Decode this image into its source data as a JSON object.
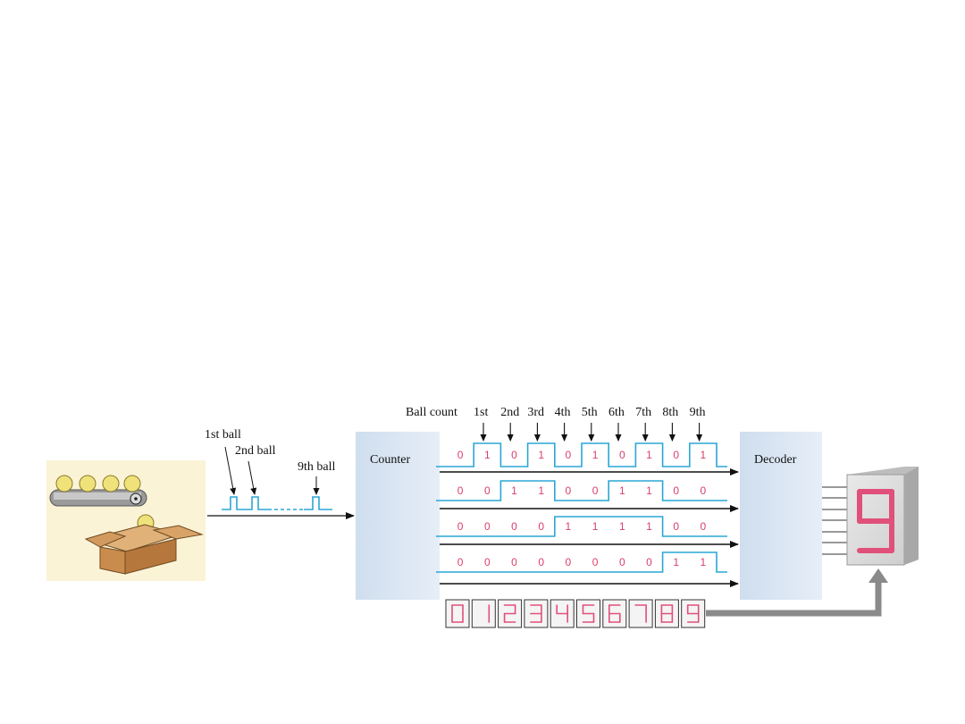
{
  "labels": {
    "ball_count": "Ball count",
    "ordinals": [
      "1st",
      "2nd",
      "3rd",
      "4th",
      "5th",
      "6th",
      "7th",
      "8th",
      "9th"
    ],
    "first_ball": "1st ball",
    "second_ball": "2nd ball",
    "ninth_ball": "9th ball",
    "counter": "Counter",
    "decoder": "Decoder"
  },
  "bit_rows": [
    [
      "0",
      "1",
      "0",
      "1",
      "0",
      "1",
      "0",
      "1",
      "0",
      "1"
    ],
    [
      "0",
      "0",
      "1",
      "1",
      "0",
      "0",
      "1",
      "1",
      "0",
      "0"
    ],
    [
      "0",
      "0",
      "0",
      "0",
      "1",
      "1",
      "1",
      "1",
      "0",
      "0"
    ],
    [
      "0",
      "0",
      "0",
      "0",
      "0",
      "0",
      "0",
      "0",
      "1",
      "1"
    ]
  ],
  "display_digits": [
    "0",
    "1",
    "2",
    "3",
    "4",
    "5",
    "6",
    "7",
    "8",
    "9"
  ],
  "big_display_digit": "9",
  "colors": {
    "waveform": "#2aa7d6",
    "bit_text": "#d8406a",
    "segment": "#e0507a",
    "block_fill": "#dde8f3",
    "box_fill": "#d39a5c",
    "background_panel": "#fbf3d6",
    "arrow_gray": "#8a8a8a"
  },
  "icons": [
    "conveyor-belt-icon",
    "ball-icon",
    "cardboard-box-icon",
    "seven-segment-display-icon"
  ]
}
